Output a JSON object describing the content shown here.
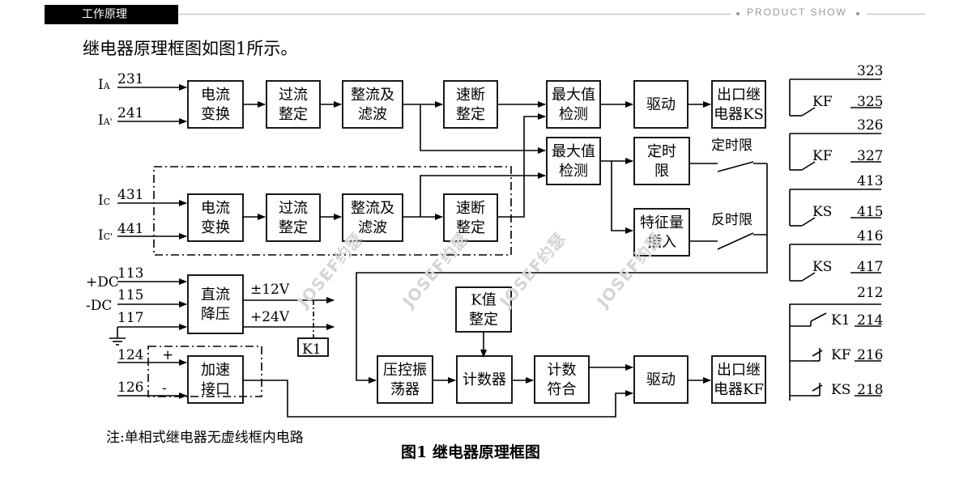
{
  "header": {
    "section_label": "工作原理",
    "brand_tag": "PRODUCT SHOW"
  },
  "intro_text": "继电器原理框图如图1所示。",
  "watermark": "JOSEF约瑟",
  "inputs": {
    "ia": "I",
    "ia_sub": "A",
    "ia_terminal": "231",
    "ia2": "I",
    "ia2_sub": "A'",
    "ia2_terminal": "241",
    "ic": "I",
    "ic_sub": "C",
    "ic_terminal": "431",
    "ic2": "I",
    "ic2_sub": "C'",
    "ic2_terminal": "441",
    "dc_pos": "+DC",
    "dc_pos_terminal": "113",
    "dc_neg": "-DC",
    "dc_neg_terminal": "115",
    "ground_terminal": "117",
    "accel_pos_terminal": "124",
    "accel_neg_terminal": "126",
    "plus": "+",
    "minus": "-"
  },
  "blocks": {
    "conv_a": [
      "电流",
      "变换"
    ],
    "overcurrent_a": [
      "过流",
      "整定"
    ],
    "rectify_a": [
      "整流及",
      "滤波"
    ],
    "quick_a": [
      "速断",
      "整定"
    ],
    "max_top": [
      "最大值",
      "检测"
    ],
    "drive_top": [
      "驱动"
    ],
    "out_ks": [
      "出口继",
      "电器KS"
    ],
    "max_mid": [
      "最大值",
      "检测"
    ],
    "definite": [
      "定时",
      "限"
    ],
    "feature": [
      "特征量",
      "插入"
    ],
    "conv_c": [
      "电流",
      "变换"
    ],
    "overcurrent_c": [
      "过流",
      "整定"
    ],
    "rectify_c": [
      "整流及",
      "滤波"
    ],
    "quick_c": [
      "速断",
      "整定"
    ],
    "dc_step": [
      "直流",
      "降压"
    ],
    "accel": [
      "加速",
      "接口"
    ],
    "vco": [
      "压控振",
      "荡器"
    ],
    "kvalue": [
      "K值",
      "整定"
    ],
    "counter": [
      "计数器"
    ],
    "count_match": [
      "计数",
      "符合"
    ],
    "drive_bottom": [
      "驱动"
    ],
    "out_kf": [
      "出口继",
      "电器KF"
    ]
  },
  "labels": {
    "definite_time": "定时限",
    "inverse_time": "反时限",
    "v12": "±12V",
    "v24": "+24V",
    "k1": "K1"
  },
  "contacts": [
    {
      "name": "KF",
      "top": "323",
      "bottom": "325"
    },
    {
      "name": "KF",
      "top": "326",
      "bottom": "327"
    },
    {
      "name": "KS",
      "top": "413",
      "bottom": "415"
    },
    {
      "name": "KS",
      "top": "416",
      "bottom": "417"
    }
  ],
  "contacts_bottom": {
    "top_terminal": "212",
    "rows": [
      {
        "name": "K1",
        "terminal": "214"
      },
      {
        "name": "KF",
        "terminal": "216"
      },
      {
        "name": "KS",
        "terminal": "218"
      }
    ]
  },
  "note": "注:单相式继电器无虚线框内电路",
  "caption": "图1  继电器原理框图",
  "colors": {
    "tab_bg": "#000000",
    "rule": "#bbbbbb",
    "ink": "#000000"
  }
}
